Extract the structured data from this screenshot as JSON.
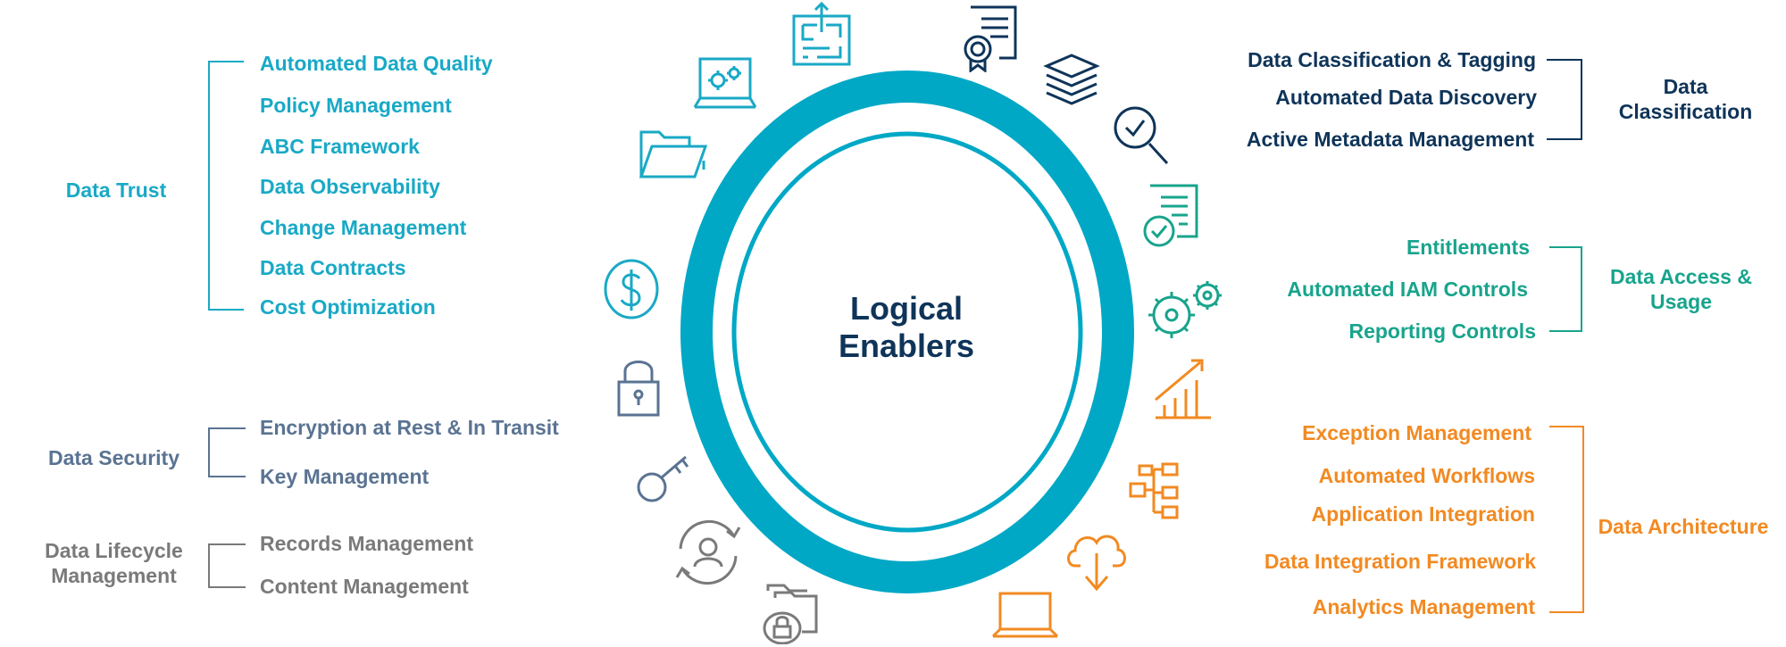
{
  "center": {
    "line1": "Logical",
    "line2": "Enablers"
  },
  "colors": {
    "ring": "#00a8c6",
    "trust": "#19a9c6",
    "security": "#5a7392",
    "lifecycle": "#7a7a7a",
    "classification": "#0f3459",
    "access": "#18a48c",
    "architecture": "#f28a22"
  },
  "groups": {
    "data_trust": {
      "title": "Data Trust",
      "items": [
        "Automated Data Quality",
        "Policy Management",
        "ABC Framework",
        "Data Observability",
        "Change Management",
        "Data Contracts",
        "Cost Optimization"
      ]
    },
    "data_security": {
      "title": "Data Security",
      "items": [
        "Encryption at Rest & In Transit",
        "Key Management"
      ]
    },
    "data_lifecycle": {
      "title_line1": "Data Lifecycle",
      "title_line2": "Management",
      "items": [
        "Records Management",
        "Content Management"
      ]
    },
    "data_classification": {
      "title_line1": "Data",
      "title_line2": "Classification",
      "items": [
        "Data Classification & Tagging",
        "Automated Data Discovery",
        "Active Metadata Management"
      ]
    },
    "data_access": {
      "title_line1": "Data Access &",
      "title_line2": "Usage",
      "items": [
        "Entitlements",
        "Automated IAM Controls",
        "Reporting Controls"
      ]
    },
    "data_architecture": {
      "title": "Data Architecture",
      "items": [
        "Exception Management",
        "Automated Workflows",
        "Application Integration",
        "Data Integration Framework",
        "Analytics Management"
      ]
    }
  },
  "icons": [
    "maze-upload-icon",
    "certificate-icon",
    "layers-icon",
    "magnifier-check-icon",
    "document-check-icon",
    "gears-icon",
    "growth-chart-icon",
    "hierarchy-icon",
    "cloud-download-icon",
    "laptop-icon",
    "laptop-gear-icon",
    "open-folder-icon",
    "dollar-icon",
    "padlock-icon",
    "key-icon",
    "user-sync-icon",
    "locked-folder-icon"
  ]
}
